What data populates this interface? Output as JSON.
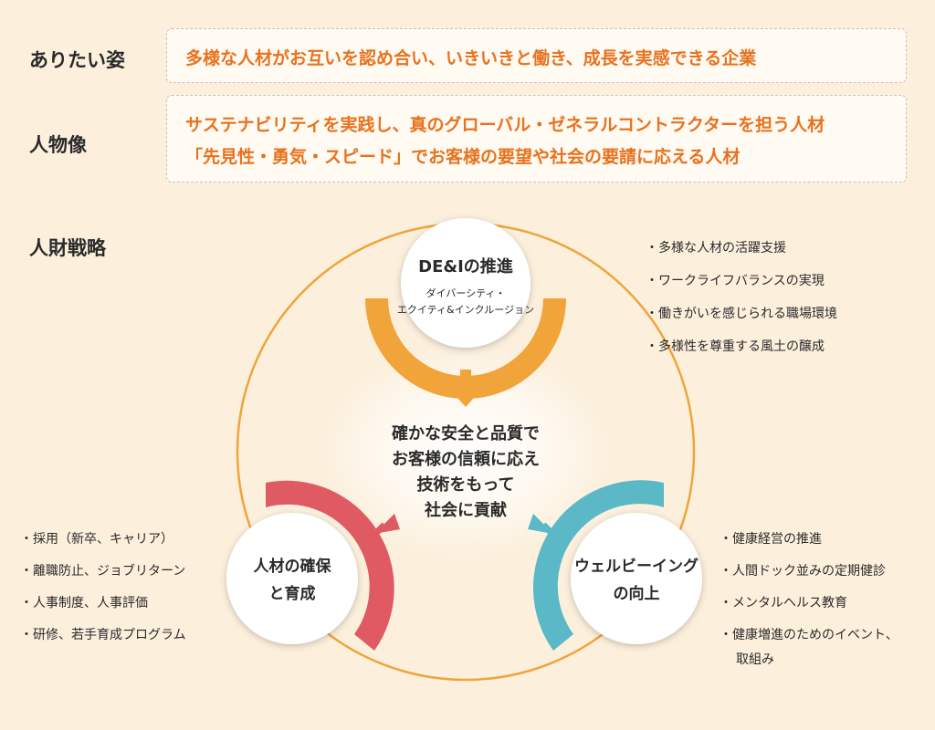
{
  "ideal": {
    "label": "ありたい姿",
    "text": "多様な人材がお互いを認め合い、いきいきと働き、成長を実感できる企業"
  },
  "persona": {
    "label": "人物像",
    "line1": "サステナビリティを実践し、真のグローバル・ゼネラルコントラクターを担う人材",
    "line2": "「先見性・勇気・スピード」でお客様の要望や社会の要請に応える人材"
  },
  "strategy": {
    "label": "人財戦略",
    "center": [
      "確かな安全と品質で",
      "お客様の信頼に応え",
      "技術をもって",
      "社会に貢献"
    ],
    "dei": {
      "title": "DE&Iの推進",
      "sub1": "ダイバーシティ・",
      "sub2": "エクイティ&インクルージョン",
      "color": "#f0a43a",
      "items": [
        "多様な人材の活躍支援",
        "ワークライフバランスの実現",
        "働きがいを感じられる職場環境",
        "多様性を尊重する風土の醸成"
      ]
    },
    "talent": {
      "title1": "人材の確保",
      "title2": "と育成",
      "color": "#e05a63",
      "items": [
        "採用（新卒、キャリア）",
        "離職防止、ジョブリターン",
        "人事制度、人事評価",
        "研修、若手育成プログラム"
      ]
    },
    "wellbeing": {
      "title1": "ウェルビーイング",
      "title2": "の向上",
      "color": "#5bb8c7",
      "items": [
        "健康経営の推進",
        "人間ドック並みの定期健診",
        "メンタルヘルス教育",
        "健康増進のためのイベント、",
        "取組み"
      ]
    }
  },
  "colors": {
    "accent_text": "#e8721e",
    "ring": "#f0a43a",
    "background": "#fcf0dd"
  }
}
